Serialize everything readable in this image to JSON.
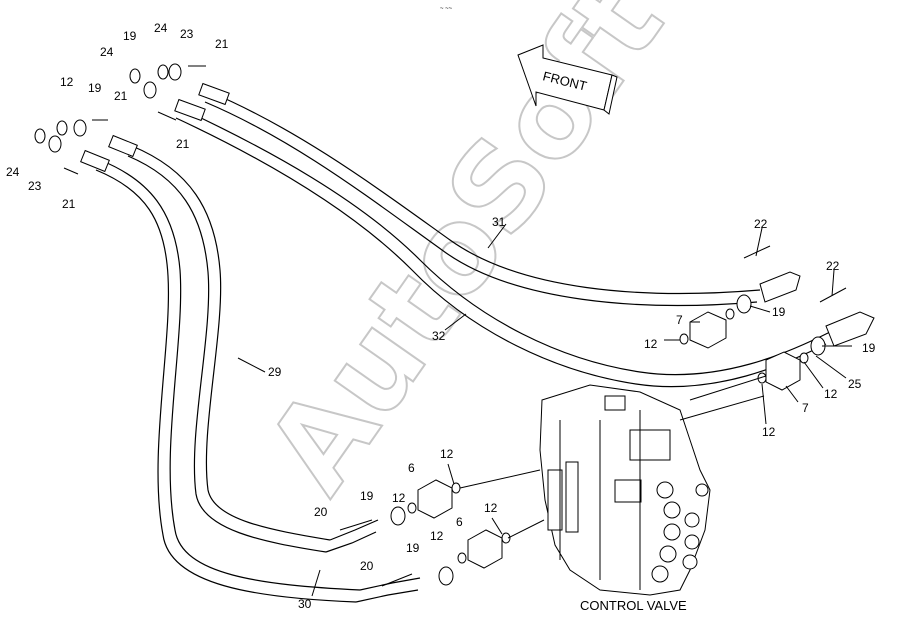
{
  "diagram": {
    "watermark": "AutoSoft",
    "front_label": "FRONT",
    "control_valve_label": "CONTROL VALVE",
    "tiny_mark": "~ ~~",
    "callouts": [
      {
        "id": "c24a",
        "text": "24"
      },
      {
        "id": "c19a",
        "text": "19"
      },
      {
        "id": "c23a",
        "text": "23"
      },
      {
        "id": "c21a",
        "text": "21"
      },
      {
        "id": "c24b",
        "text": "24"
      },
      {
        "id": "c12a",
        "text": "12"
      },
      {
        "id": "c19b",
        "text": "19"
      },
      {
        "id": "c21b",
        "text": "21"
      },
      {
        "id": "c21c",
        "text": "21"
      },
      {
        "id": "c24c",
        "text": "24"
      },
      {
        "id": "c23b",
        "text": "23"
      },
      {
        "id": "c21d",
        "text": "21"
      },
      {
        "id": "c31",
        "text": "31"
      },
      {
        "id": "c22a",
        "text": "22"
      },
      {
        "id": "c22b",
        "text": "22"
      },
      {
        "id": "c19c",
        "text": "19"
      },
      {
        "id": "c7a",
        "text": "7"
      },
      {
        "id": "c32",
        "text": "32"
      },
      {
        "id": "c12b",
        "text": "12"
      },
      {
        "id": "c19d",
        "text": "19"
      },
      {
        "id": "c25",
        "text": "25"
      },
      {
        "id": "c12c",
        "text": "12"
      },
      {
        "id": "c7b",
        "text": "7"
      },
      {
        "id": "c12d",
        "text": "12"
      },
      {
        "id": "c29",
        "text": "29"
      },
      {
        "id": "c12e",
        "text": "12"
      },
      {
        "id": "c6a",
        "text": "6"
      },
      {
        "id": "c19e",
        "text": "19"
      },
      {
        "id": "c12f",
        "text": "12"
      },
      {
        "id": "c20a",
        "text": "20"
      },
      {
        "id": "c12g",
        "text": "12"
      },
      {
        "id": "c6b",
        "text": "6"
      },
      {
        "id": "c12h",
        "text": "12"
      },
      {
        "id": "c19f",
        "text": "19"
      },
      {
        "id": "c20b",
        "text": "20"
      },
      {
        "id": "c30",
        "text": "30"
      }
    ]
  }
}
